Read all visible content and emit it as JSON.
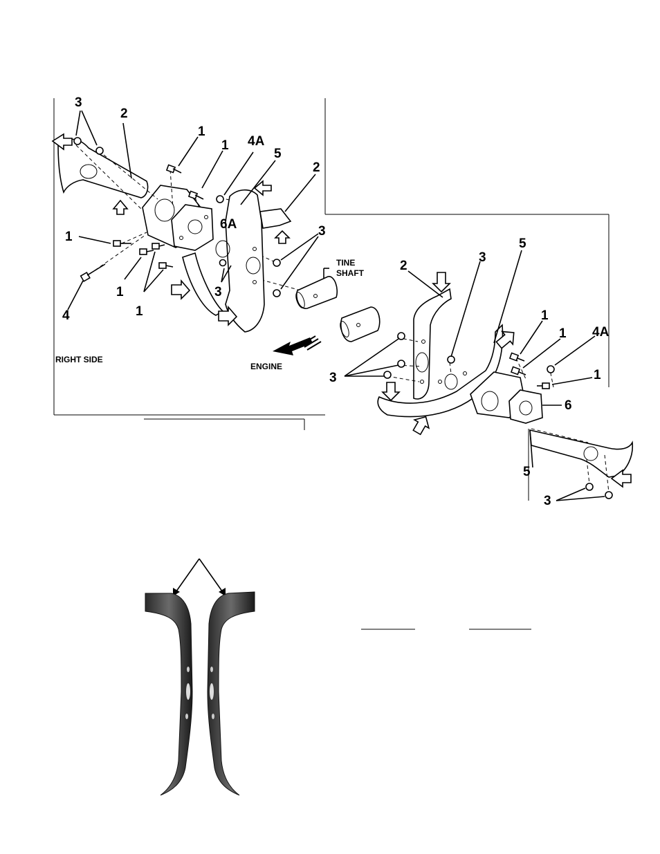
{
  "labels": {
    "right_side": "RIGHT SIDE",
    "engine": "ENGINE",
    "tine_shaft_1": "TINE",
    "tine_shaft_2": "SHAFT"
  },
  "callouts": {
    "left": {
      "c3_top": "3",
      "c2_top": "2",
      "c1_a": "1",
      "c1_b": "1",
      "c4A": "4A",
      "c5": "5",
      "c2_right": "2",
      "c6A": "6A",
      "c1_left": "1",
      "c3_mid": "3",
      "c3_low": "3",
      "c1_low": "1",
      "c1_bottom": "1",
      "c4": "4"
    },
    "right": {
      "c2": "2",
      "c3": "3",
      "c5": "5",
      "c1_a": "1",
      "c1_b": "1",
      "c4A": "4A",
      "c1_c": "1",
      "c6": "6",
      "c3_left": "3",
      "c5_low": "5",
      "c3_low": "3"
    }
  }
}
